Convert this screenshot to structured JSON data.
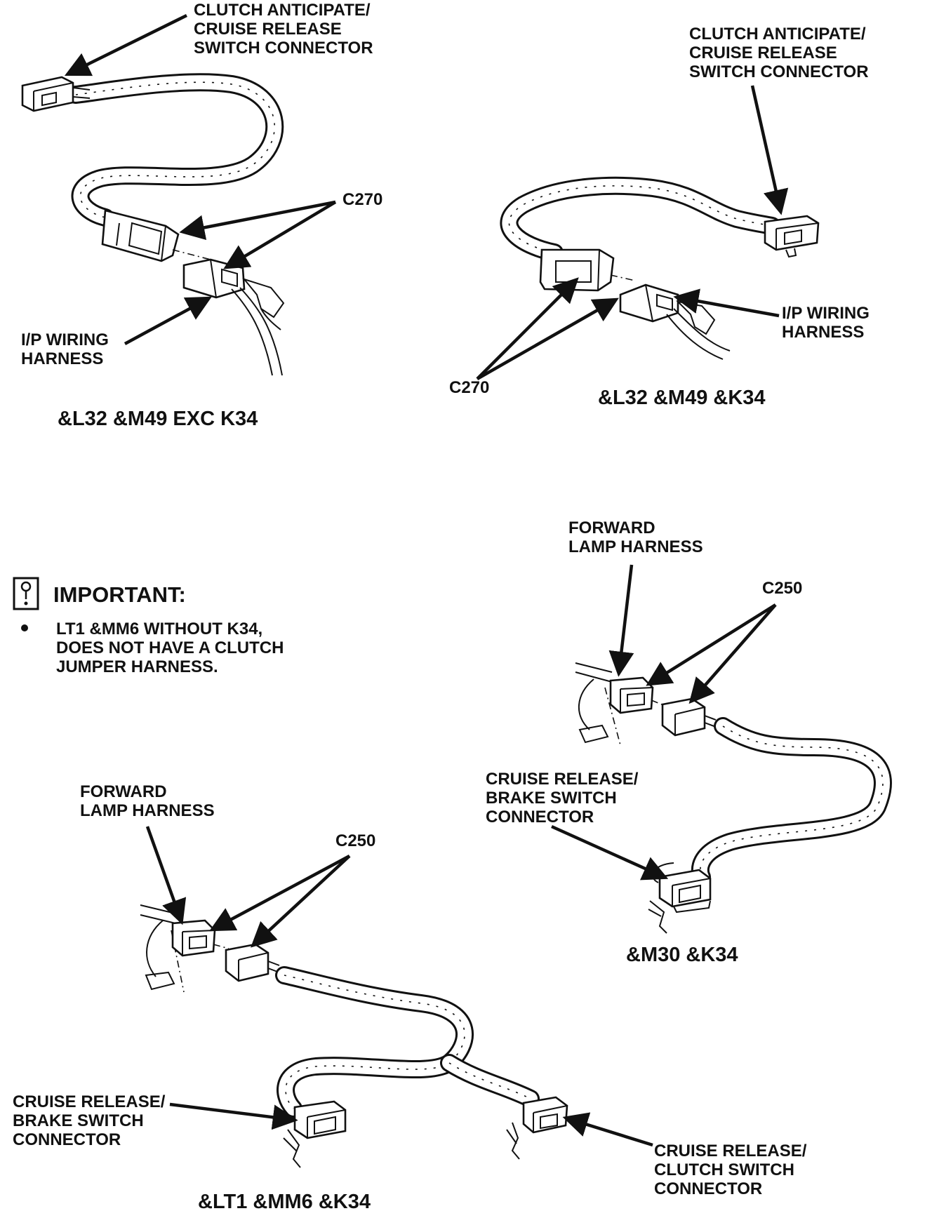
{
  "views": [
    {
      "id": "l32-m49-exc-k34",
      "caption": "&L32 &M49 EXC K34",
      "labels": {
        "clutch_anticipate": [
          "CLUTCH ANTICIPATE/",
          "CRUISE RELEASE",
          "SWITCH CONNECTOR"
        ],
        "c270": "C270",
        "ip_harness": [
          "I/P WIRING",
          "HARNESS"
        ]
      }
    },
    {
      "id": "l32-m49-k34",
      "caption": "&L32 &M49 &K34",
      "labels": {
        "clutch_anticipate": [
          "CLUTCH ANTICIPATE/",
          "CRUISE RELEASE",
          "SWITCH CONNECTOR"
        ],
        "c270": "C270",
        "ip_harness": [
          "I/P WIRING",
          "HARNESS"
        ]
      }
    },
    {
      "id": "m30-k34",
      "caption": "&M30 &K34",
      "labels": {
        "forward_lamp": [
          "FORWARD",
          "LAMP HARNESS"
        ],
        "c250": "C250",
        "cruise_brake": [
          "CRUISE RELEASE/",
          "BRAKE SWITCH",
          "CONNECTOR"
        ]
      }
    },
    {
      "id": "lt1-mm6-k34",
      "caption": "&LT1 &MM6 &K34",
      "labels": {
        "forward_lamp": [
          "FORWARD",
          "LAMP HARNESS"
        ],
        "c250": "C250",
        "cruise_brake": [
          "CRUISE RELEASE/",
          "BRAKE SWITCH",
          "CONNECTOR"
        ],
        "cruise_clutch": [
          "CRUISE RELEASE/",
          "CLUTCH SWITCH",
          "CONNECTOR"
        ]
      }
    }
  ],
  "important": {
    "icon": "caution-icon",
    "title": "IMPORTANT:",
    "bullet": [
      "LT1 &MM6 WITHOUT K34,",
      "DOES NOT HAVE A CLUTCH",
      "JUMPER HARNESS."
    ]
  }
}
